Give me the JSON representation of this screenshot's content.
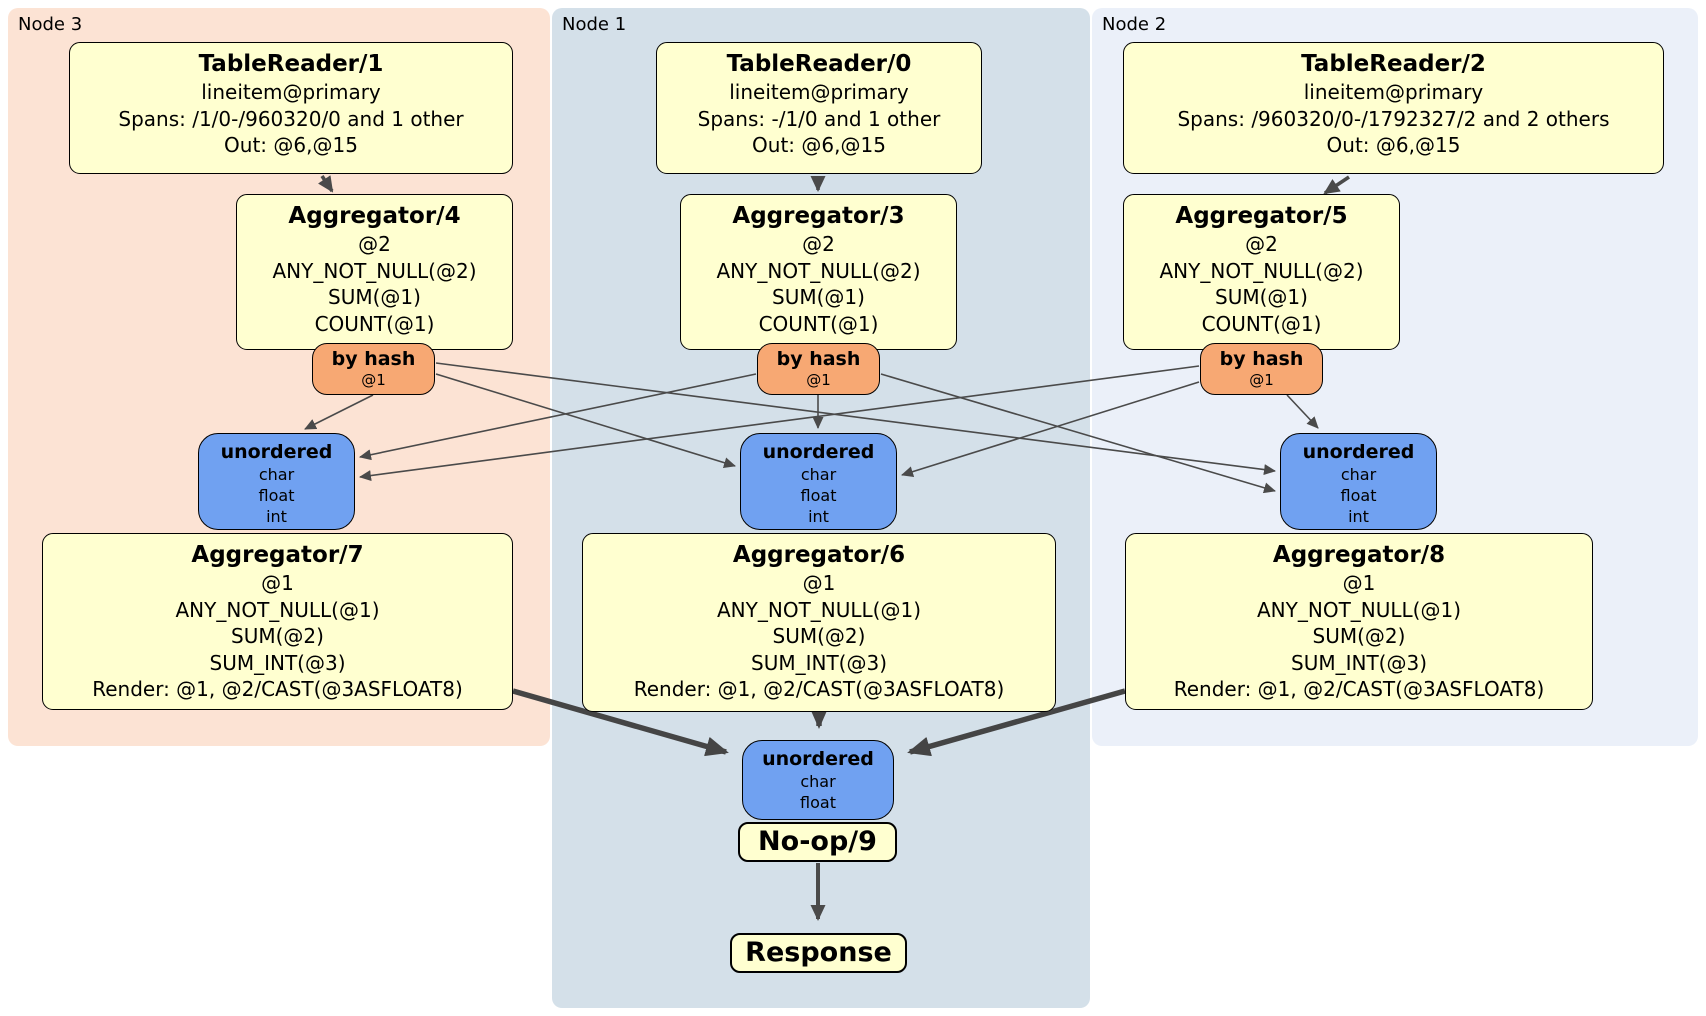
{
  "colors": {
    "yellow": "#ffffd0",
    "orange": "#f7a873",
    "blue": "#70a1f1",
    "region3-bg": "#fce3d4",
    "region1-bg": "#d4e0e9",
    "region2-bg": "#ebf0f9",
    "edge": "#4a4a4a",
    "border": "#000000"
  },
  "regions": {
    "node3": {
      "label": "Node 3"
    },
    "node1": {
      "label": "Node 1"
    },
    "node2": {
      "label": "Node 2"
    }
  },
  "node3": {
    "tablereader": {
      "title": "TableReader/1",
      "lines": [
        "lineitem@primary",
        "Spans: /1/0-/960320/0 and 1 other",
        "Out: @6,@15"
      ]
    },
    "aggregator_top": {
      "title": "Aggregator/4",
      "lines": [
        "@2",
        "ANY_NOT_NULL(@2)",
        "SUM(@1)",
        "COUNT(@1)"
      ]
    },
    "router": {
      "title": "by hash",
      "sub": "@1"
    },
    "sync": {
      "title": "unordered",
      "lines": [
        "char",
        "float",
        "int"
      ]
    },
    "aggregator_bottom": {
      "title": "Aggregator/7",
      "lines": [
        "@1",
        "ANY_NOT_NULL(@1)",
        "SUM(@2)",
        "SUM_INT(@3)",
        "Render: @1, @2/CAST(@3ASFLOAT8)"
      ]
    }
  },
  "node1": {
    "tablereader": {
      "title": "TableReader/0",
      "lines": [
        "lineitem@primary",
        "Spans: -/1/0 and 1 other",
        "Out: @6,@15"
      ]
    },
    "aggregator_top": {
      "title": "Aggregator/3",
      "lines": [
        "@2",
        "ANY_NOT_NULL(@2)",
        "SUM(@1)",
        "COUNT(@1)"
      ]
    },
    "router": {
      "title": "by hash",
      "sub": "@1"
    },
    "sync": {
      "title": "unordered",
      "lines": [
        "char",
        "float",
        "int"
      ]
    },
    "aggregator_bottom": {
      "title": "Aggregator/6",
      "lines": [
        "@1",
        "ANY_NOT_NULL(@1)",
        "SUM(@2)",
        "SUM_INT(@3)",
        "Render: @1, @2/CAST(@3ASFLOAT8)"
      ]
    },
    "final_sync": {
      "title": "unordered",
      "lines": [
        "char",
        "float"
      ]
    },
    "noop": {
      "title": "No-op/9"
    },
    "response": {
      "title": "Response"
    }
  },
  "node2": {
    "tablereader": {
      "title": "TableReader/2",
      "lines": [
        "lineitem@primary",
        "Spans: /960320/0-/1792327/2 and 2 others",
        "Out: @6,@15"
      ]
    },
    "aggregator_top": {
      "title": "Aggregator/5",
      "lines": [
        "@2",
        "ANY_NOT_NULL(@2)",
        "SUM(@1)",
        "COUNT(@1)"
      ]
    },
    "router": {
      "title": "by hash",
      "sub": "@1"
    },
    "sync": {
      "title": "unordered",
      "lines": [
        "char",
        "float",
        "int"
      ]
    },
    "aggregator_bottom": {
      "title": "Aggregator/8",
      "lines": [
        "@1",
        "ANY_NOT_NULL(@1)",
        "SUM(@2)",
        "SUM_INT(@3)",
        "Render: @1, @2/CAST(@3ASFLOAT8)"
      ]
    }
  }
}
